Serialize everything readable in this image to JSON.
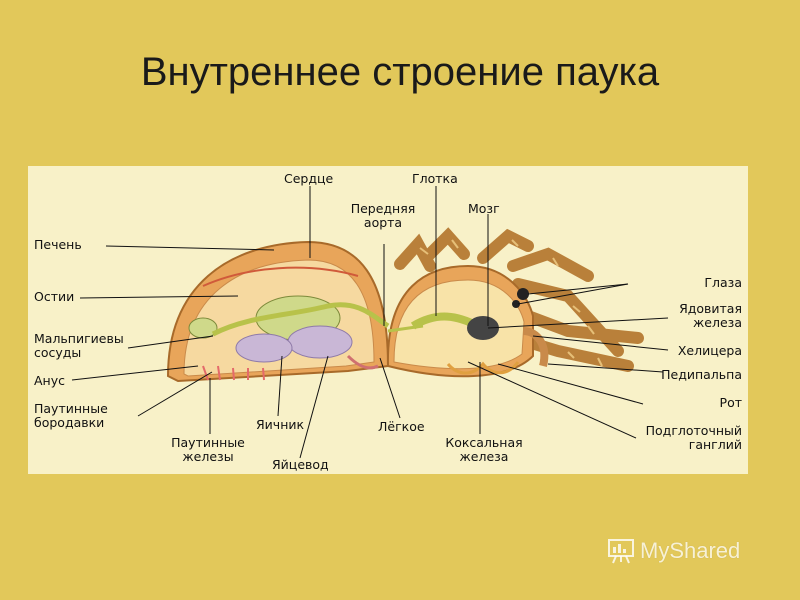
{
  "title": "Внутреннее строение паука",
  "labels": {
    "serdtse": "Сердце",
    "glotka": "Глотка",
    "perednyaya_aorta": "Передняя аорта",
    "mozg": "Мозг",
    "pechen": "Печень",
    "ostii": "Остии",
    "malpigievy_sosudy": "Мальпигиевы сосуды",
    "anus": "Анус",
    "pautinnye_borodavki": "Паутинные бородавки",
    "pautinnye_zhelezy": "Паутинные железы",
    "yaichnik": "Яичник",
    "yaytsevod": "Яйцевод",
    "legkoe": "Лёгкое",
    "koksalnaya_zheleza": "Коксальная железа",
    "glaza": "Глаза",
    "yadovitaya_zheleza": "Ядовитая железа",
    "khelitsera": "Хелицера",
    "pedipalpa": "Педипальпа",
    "rot": "Рот",
    "podglotochny_gangliy": "Подглоточный ганглий"
  },
  "logo": {
    "text": "MyShared",
    "icon": "presentation-board-icon"
  }
}
